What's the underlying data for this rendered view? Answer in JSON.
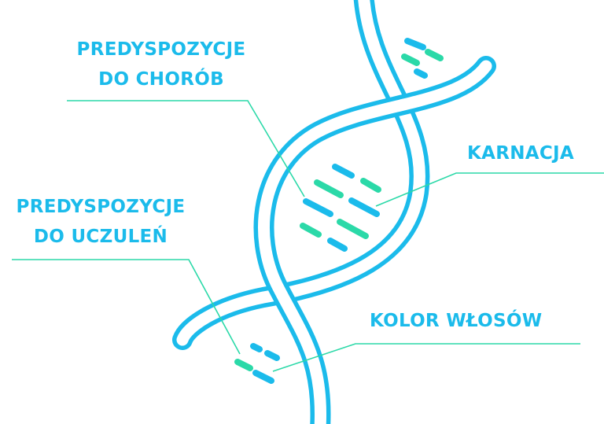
{
  "labels": {
    "diseases": {
      "line1": "PREDYSPOZYCJE",
      "line2": "DO CHORÓB"
    },
    "skin": {
      "line1": "KARNACJA"
    },
    "allergies": {
      "line1": "PREDYSPOZYCJE",
      "line2": "DO UCZULEŃ"
    },
    "hair": {
      "line1": "KOLOR WŁOSÓW"
    }
  },
  "colors": {
    "blue": "#1bbbeb",
    "green": "#2bd9a8"
  }
}
